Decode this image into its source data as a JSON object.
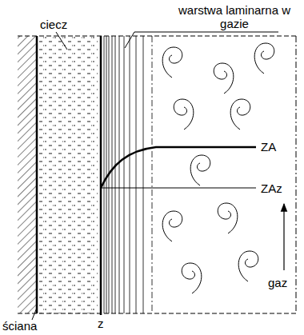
{
  "diagram": {
    "labels": [
      "warstwa laminarna w gazie",
      "ciecz",
      "ZA",
      "ZAz",
      "gaz",
      "ściana",
      "z"
    ]
  }
}
